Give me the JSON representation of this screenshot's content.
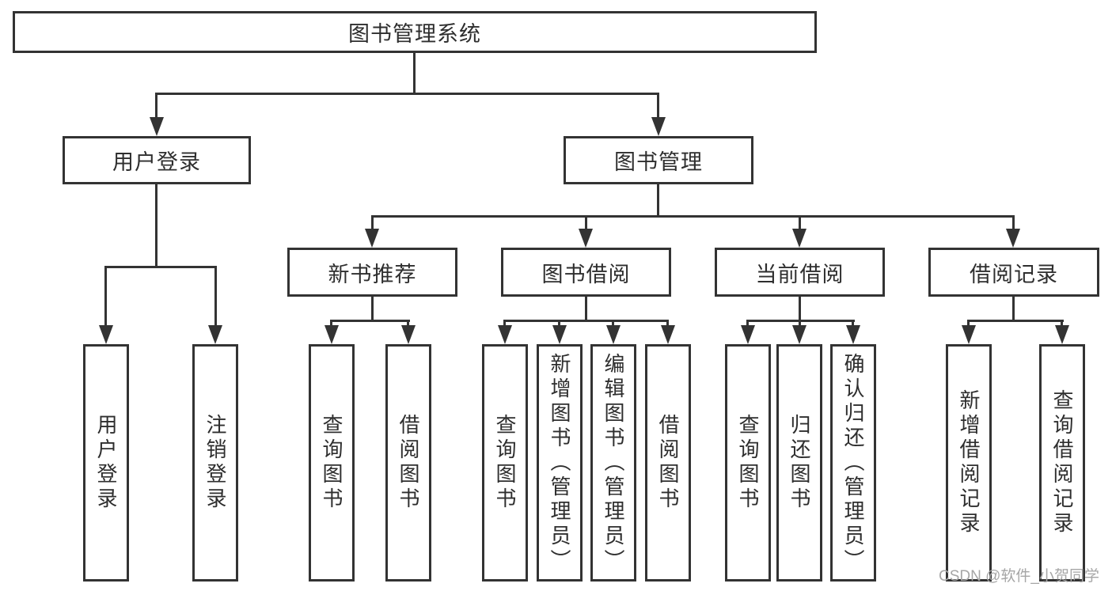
{
  "colors": {
    "line": "#333333",
    "text": "#2e2e2e",
    "watermark": "#a6a6a6",
    "bg": "#ffffff"
  },
  "root": {
    "label": "图书管理系统"
  },
  "level2": {
    "user_login": {
      "label": "用户登录"
    },
    "book_mgmt": {
      "label": "图书管理"
    }
  },
  "level3": {
    "new_books": {
      "label": "新书推荐"
    },
    "book_borrow": {
      "label": "图书借阅"
    },
    "current_borrow": {
      "label": "当前借阅"
    },
    "borrow_records": {
      "label": "借阅记录"
    }
  },
  "leaves": {
    "user_login": [
      "用户登录",
      "注销登录"
    ],
    "new_books": [
      "查询图书",
      "借阅图书"
    ],
    "book_borrow": [
      "查询图书",
      "新增图书（管理员）",
      "编辑图书（管理员）",
      "借阅图书"
    ],
    "current_borrow": [
      "查询图书",
      "归还图书",
      "确认归还（管理员）"
    ],
    "borrow_records": [
      "新增借阅记录",
      "查询借阅记录"
    ]
  },
  "watermark": "CSDN @软件_小贺同学"
}
